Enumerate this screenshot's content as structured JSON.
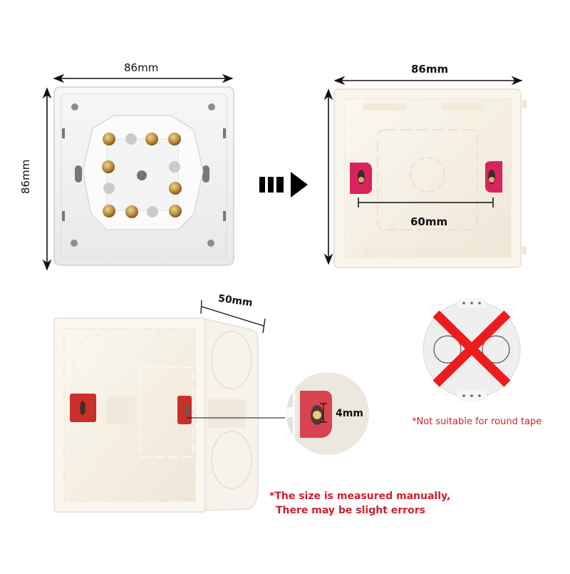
{
  "panels": {
    "switch_back": {
      "width_label": "86mm",
      "height_label": "86mm"
    },
    "square_box_front": {
      "width_label": "86mm",
      "screw_spacing_label": "60mm"
    },
    "box_perspective": {
      "depth_label": "50mm"
    },
    "screw_detail": {
      "hole_label": "4mm"
    },
    "round_box": {
      "warning": "*Not suitable for round tape"
    }
  },
  "notes": {
    "measurement_line1": "*The size is measured manually,",
    "measurement_line2": "There may be slight errors"
  },
  "colors": {
    "accent_red": "#d0202e",
    "cross_red": "#ee1c1c",
    "clip_pink": "#d8245c",
    "clip_red": "#c8302a",
    "plastic": "#f7f1e6",
    "plate": "#f2f2f2",
    "brass": "#b88a3c"
  },
  "icons": {
    "arrow": "dashed-right-arrow",
    "cross": "red-x-not-allowed"
  }
}
